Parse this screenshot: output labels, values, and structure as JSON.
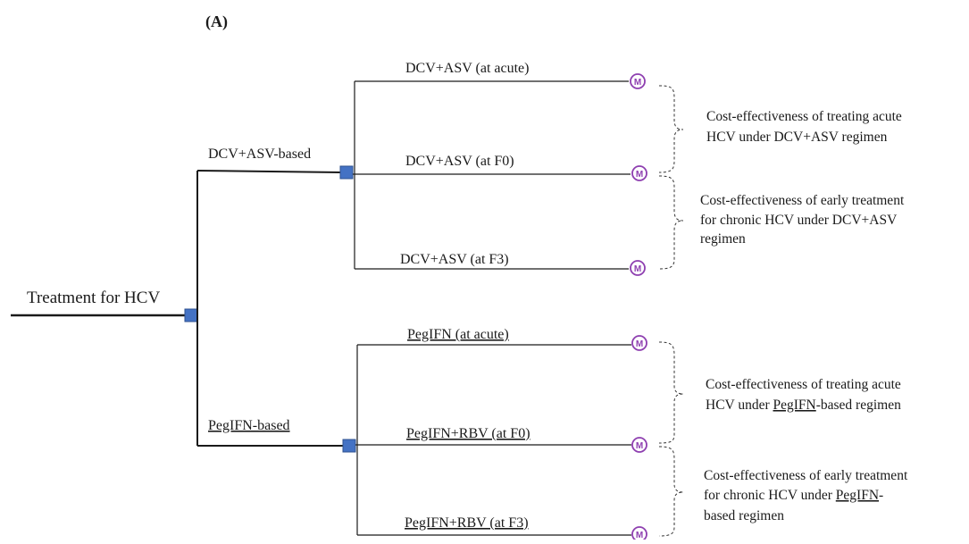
{
  "panel_label": "(A)",
  "root": {
    "label": "Treatment for HCV"
  },
  "branches": [
    {
      "label": "DCV+ASV-based",
      "options": [
        {
          "label": "DCV+ASV (at acute)",
          "marker": "M"
        },
        {
          "label": "DCV+ASV (at F0)",
          "marker": "M"
        },
        {
          "label": "DCV+ASV (at F3)",
          "marker": "M"
        }
      ],
      "notes": [
        {
          "lines": [
            "Cost-effectiveness of treating acute",
            "HCV under DCV+ASV regimen"
          ]
        },
        {
          "lines": [
            "Cost-effectiveness of early treatment",
            "for chronic HCV under DCV+ASV",
            "regimen"
          ]
        }
      ]
    },
    {
      "label": "PegIFN-based",
      "options": [
        {
          "label": "PegIFN (at acute)",
          "marker": "M"
        },
        {
          "label": "PegIFN+RBV (at F0)",
          "marker": "M"
        },
        {
          "label": "PegIFN+RBV  (at F3)",
          "marker": "M"
        }
      ],
      "notes": [
        {
          "lines": [
            "Cost-effectiveness of treating acute",
            "HCV under PegIFN-based regimen"
          ]
        },
        {
          "lines": [
            "Cost-effectiveness of early treatment",
            "for chronic HCV under PegIFN-",
            "based regimen"
          ]
        }
      ]
    }
  ],
  "colors": {
    "decision_node": "#4472c4",
    "markov_node": "#8e3fb0",
    "line": "#1a1a1a"
  }
}
